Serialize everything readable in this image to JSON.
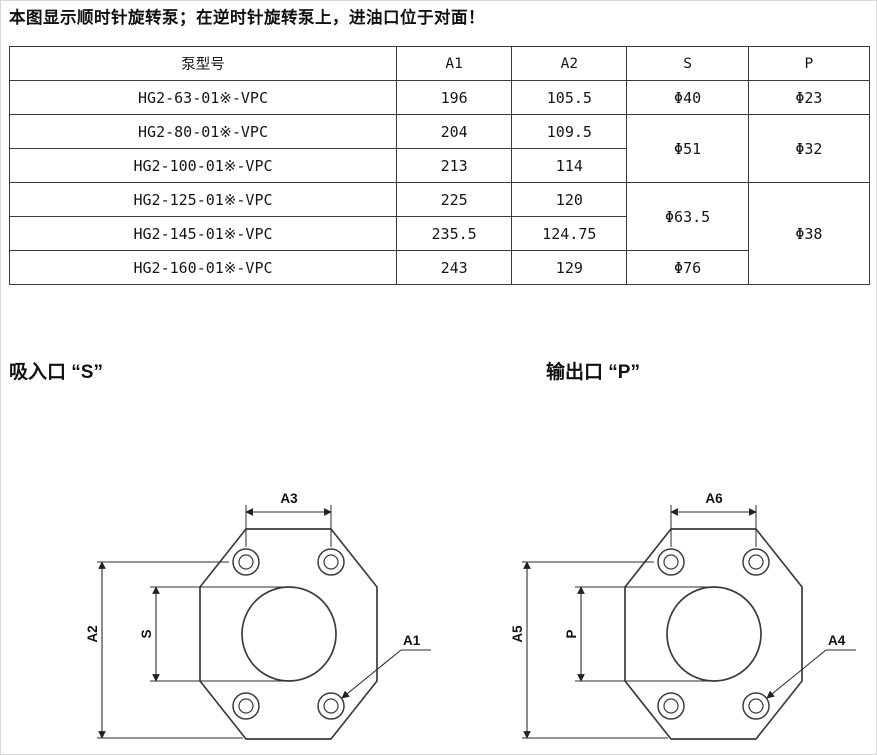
{
  "note": "本图显示顺时针旋转泵；在逆时针旋转泵上，进油口位于对面！",
  "table": {
    "headers": {
      "model": "泵型号",
      "a1": "A1",
      "a2": "A2",
      "s": "S",
      "p": "P"
    },
    "rows": [
      {
        "model": "HG2-63-01※-VPC",
        "a1": "196",
        "a2": "105.5",
        "s": "Φ40",
        "p": "Φ23"
      },
      {
        "model": "HG2-80-01※-VPC",
        "a1": "204",
        "a2": "109.5",
        "s": "Φ51",
        "p": "Φ32"
      },
      {
        "model": "HG2-100-01※-VPC",
        "a1": "213",
        "a2": "114"
      },
      {
        "model": "HG2-125-01※-VPC",
        "a1": "225",
        "a2": "120",
        "s": "Φ63.5",
        "p": "Φ38"
      },
      {
        "model": "HG2-145-01※-VPC",
        "a1": "235.5",
        "a2": "124.75"
      },
      {
        "model": "HG2-160-01※-VPC",
        "a1": "243",
        "a2": "129",
        "s": "Φ76"
      }
    ]
  },
  "sections": {
    "suction_label": "吸入口 “S”",
    "output_label": "输出口 “P”"
  },
  "diagrams": {
    "suction": {
      "dim_top": "A3",
      "dim_left": "A2",
      "dim_port": "S",
      "dim_leader": "A1"
    },
    "output": {
      "dim_top": "A6",
      "dim_left": "A5",
      "dim_port": "P",
      "dim_leader": "A4"
    }
  },
  "colors": {
    "line": "#3c3c3c",
    "text": "#111111",
    "background": "#ffffff"
  }
}
